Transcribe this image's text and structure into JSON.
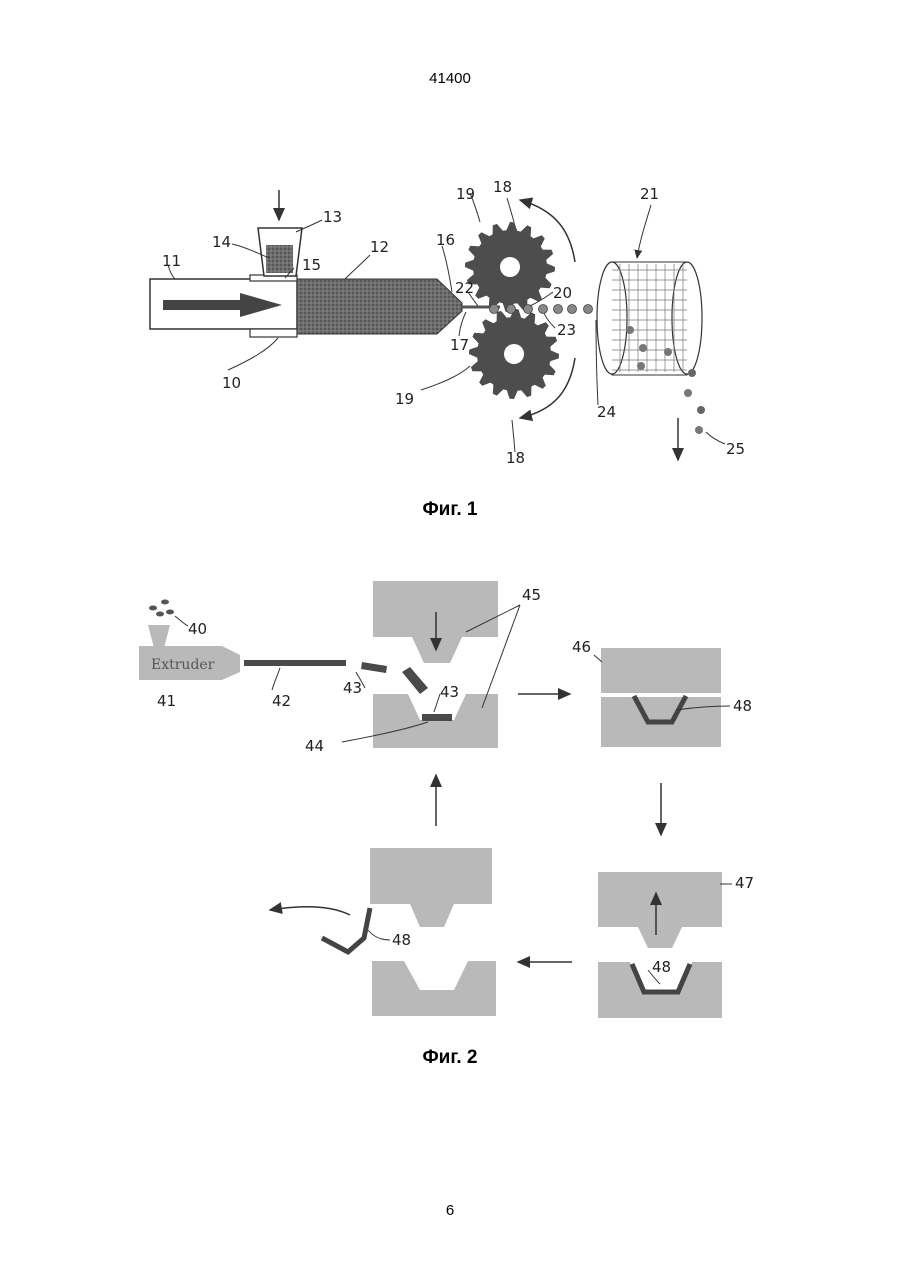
{
  "header": {
    "doc_number": "41400"
  },
  "figure1": {
    "caption": "Фиг. 1",
    "labels": {
      "l10": "10",
      "l11": "11",
      "l12": "12",
      "l13": "13",
      "l14": "14",
      "l15": "15",
      "l16": "16",
      "l17": "17",
      "l18a": "18",
      "l18b": "18",
      "l19a": "19",
      "l19b": "19",
      "l20": "20",
      "l21": "21",
      "l22": "22",
      "l23": "23",
      "l24": "24",
      "l25": "25"
    }
  },
  "figure2": {
    "caption": "Фиг. 2",
    "extruder_text": "Extruder",
    "labels": {
      "l40": "40",
      "l41": "41",
      "l42": "42",
      "l43a": "43",
      "l43b": "43",
      "l44": "44",
      "l45": "45",
      "l46": "46",
      "l47": "47",
      "l48a": "48",
      "l48b": "48",
      "l48c": "48"
    }
  },
  "footer": {
    "page_number": "6"
  }
}
